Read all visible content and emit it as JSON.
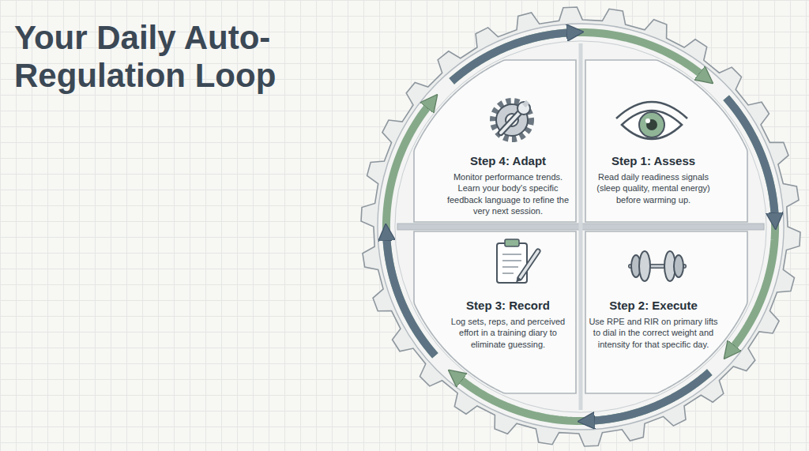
{
  "diagram": {
    "title": "Your Daily Auto-Regulation Loop",
    "nodes": [
      {
        "text": [
          "Step 1: Assess",
          "Read daily readiness signals (sleep quality, mental energy) before warming up."
        ]
      },
      {
        "text": [
          "Step 2: Execute",
          "Use RPE and RIR on primary lifts to dial in the correct weight and intensity for that specific day."
        ]
      },
      {
        "text": [
          "Step 3: Record",
          "Log sets, reps, and perceived effort in a training diary to eliminate guessing."
        ]
      },
      {
        "text": [
          "Step 4: Adapt",
          "Monitor performance trends. Learn your body's specific feedback language to refine the very next session."
        ]
      }
    ],
    "edges": [
      {
        "from": 0,
        "to": 1,
        "arrow": "to"
      },
      {
        "from": 1,
        "to": 2,
        "arrow": "to"
      },
      {
        "from": 2,
        "to": 3,
        "arrow": "to"
      },
      {
        "from": 3,
        "to": 0,
        "arrow": "to"
      }
    ]
  }
}
